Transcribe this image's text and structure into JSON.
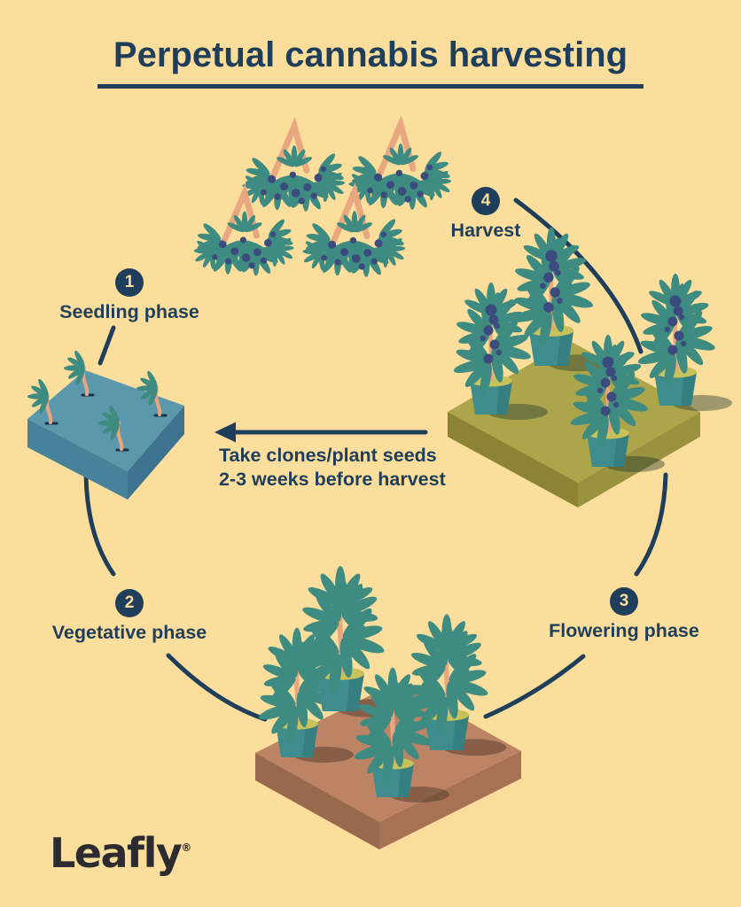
{
  "title": "Perpetual cannabis harvesting",
  "steps": [
    {
      "number": "1",
      "label": "Seedling phase"
    },
    {
      "number": "2",
      "label": "Vegetative phase"
    },
    {
      "number": "3",
      "label": "Flowering phase"
    },
    {
      "number": "4",
      "label": "Harvest"
    }
  ],
  "cycle_note": {
    "line1": "Take clones/plant seeds",
    "line2": "2-3 weeks before harvest"
  },
  "logo": {
    "brand": "Leafly",
    "registered_mark": "®"
  },
  "scenes": {
    "seedling_tray": {
      "description": "blue isometric tray",
      "seedlings": 4
    },
    "vegetative_bed": {
      "description": "brown isometric platform",
      "potted_plants": 4
    },
    "flowering_bed": {
      "description": "olive isometric platform",
      "potted_plants": 4
    },
    "harvest": {
      "description": "hanging drying plants",
      "hanging_plants": 4
    }
  },
  "colors": {
    "background": "#FBDE9B",
    "ink_navy": "#1F3E5B",
    "badge_text": "#FBDE9B",
    "tray_top": "#5C98AC",
    "tray_left": "#47829B",
    "tray_right": "#3E7390",
    "flowering_platform_top": "#ACA54A",
    "flowering_platform_left": "#8A8434",
    "flowering_platform_right": "#999340",
    "vegetative_platform_top": "#BC8465",
    "vegetative_platform_left": "#9A684C",
    "vegetative_platform_right": "#A87355",
    "pot": "#3E8C8C",
    "soil": "#C9C159",
    "stem": "#E9A77F",
    "leaf": "#3E8B81",
    "bud": "#3B4B7E",
    "logo_ink": "#2B2B30"
  }
}
